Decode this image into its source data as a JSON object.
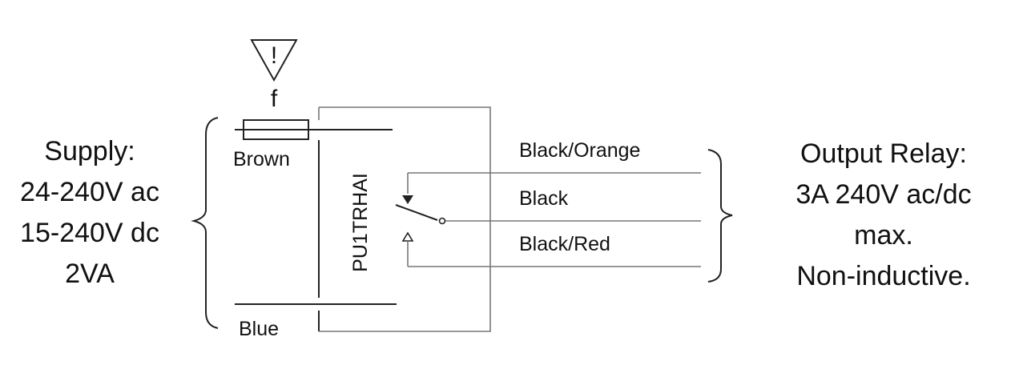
{
  "supply": {
    "title": "Supply:",
    "line1": "24-240V ac",
    "line2": "15-240V dc",
    "line3": "2VA"
  },
  "wires": {
    "brown": "Brown",
    "blue": "Blue",
    "black_orange": "Black/Orange",
    "black": "Black",
    "black_red": "Black/Red"
  },
  "device": {
    "model": "PU1TRHAI"
  },
  "fuse": {
    "warning_symbol": "!",
    "letter": "f"
  },
  "output": {
    "title": "Output Relay:",
    "line1": "3A 240V ac/dc",
    "line2": "max.",
    "line3": "Non-inductive."
  }
}
